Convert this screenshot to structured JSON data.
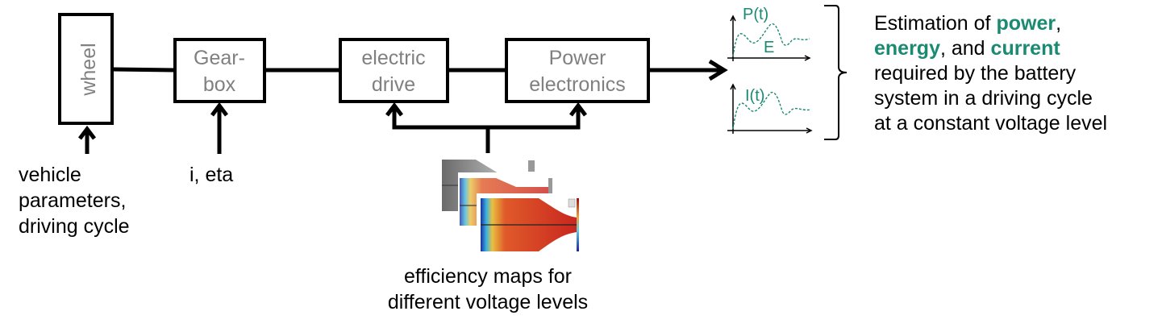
{
  "blocks": {
    "wheel": "wheel",
    "gearbox_line1": "Gear-",
    "gearbox_line2": "box",
    "drive_line1": "electric",
    "drive_line2": "drive",
    "pe_line1": "Power",
    "pe_line2": "electronics"
  },
  "inputs": {
    "vehicle": [
      "vehicle",
      "parameters,",
      "driving cycle"
    ],
    "gearbox": "i, eta",
    "maps": [
      "efficiency maps for",
      "different voltage levels"
    ]
  },
  "plots": {
    "power_label": "P(t)",
    "energy_label": "E",
    "current_label": "I(t)"
  },
  "summary": {
    "t1": "Estimation of ",
    "power": "power",
    "t2": ",",
    "energy": "energy",
    "t3": ", and ",
    "current": "current",
    "line3": "required by the battery",
    "line4": "system in a driving cycle",
    "line5": "at a constant voltage level"
  },
  "colors": {
    "accent": "#1a8a72",
    "block_text": "#808080"
  }
}
